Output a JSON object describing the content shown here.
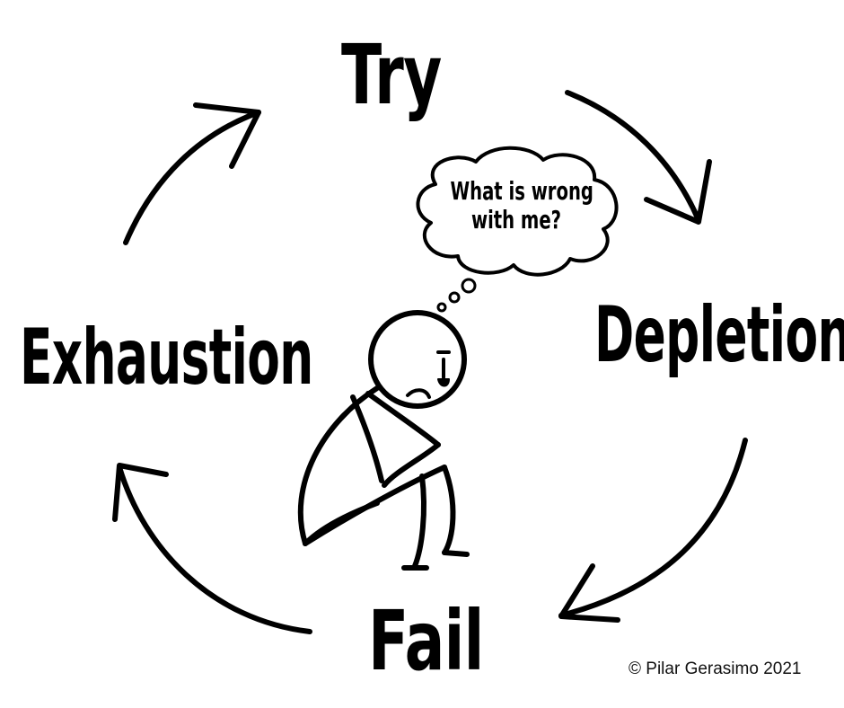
{
  "stages": {
    "try": "Try",
    "depletion": "Depletion",
    "fail": "Fail",
    "exhaustion": "Exhaustion"
  },
  "thought_bubble": {
    "line1": "What is wrong",
    "line2": "with me?"
  },
  "copyright": "© Pilar Gerasimo 2021",
  "colors": {
    "ink": "#000000",
    "background": "#ffffff"
  },
  "icons": {
    "figure": "sad-stick-figure-icon",
    "arrows": "curved-arrow-icon"
  }
}
